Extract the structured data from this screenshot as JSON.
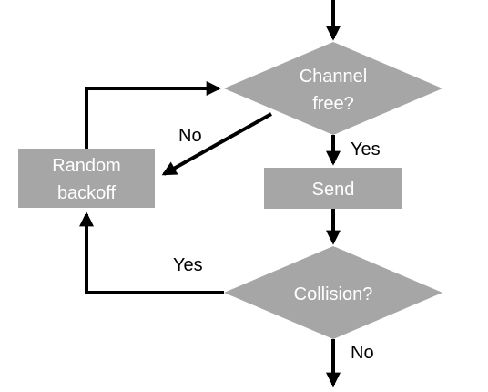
{
  "nodes": {
    "channel_free": {
      "line1": "Channel",
      "line2": "free?"
    },
    "random_backoff": {
      "line1": "Random",
      "line2": "backoff"
    },
    "send": {
      "label": "Send"
    },
    "collision": {
      "label": "Collision?"
    }
  },
  "edges": {
    "channel_yes": "Yes",
    "channel_no": "No",
    "collision_yes": "Yes",
    "collision_no": "No"
  },
  "colors": {
    "node_fill": "#a6a6a6",
    "node_text": "#ffffff",
    "line": "#000000"
  }
}
